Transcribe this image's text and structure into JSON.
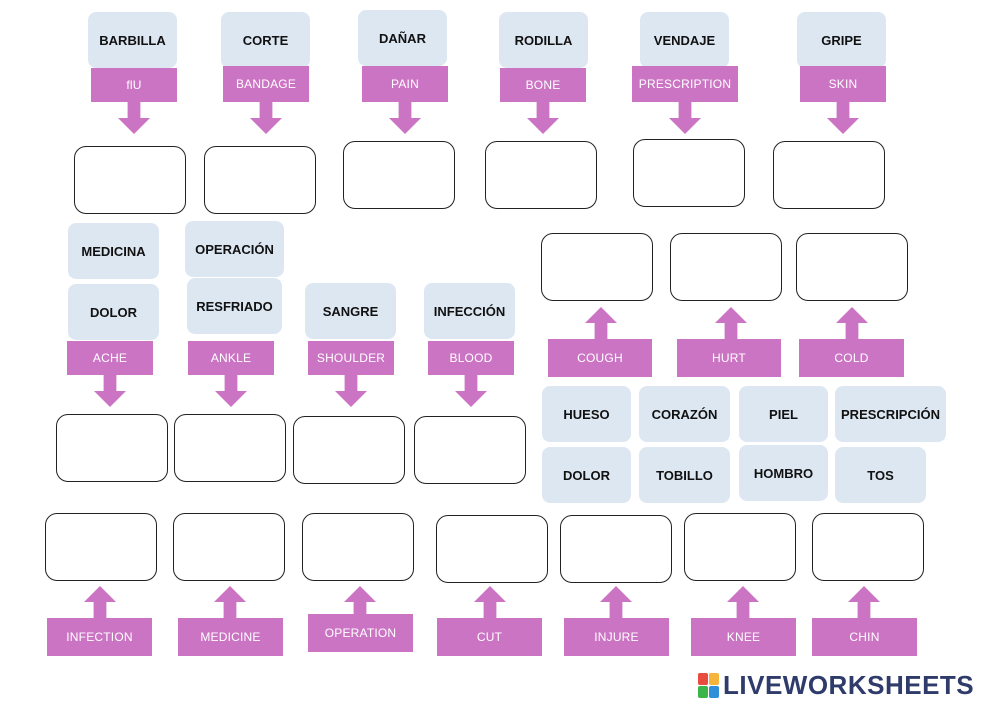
{
  "chips": [
    "BARBILLA",
    "CORTE",
    "DAÑAR",
    "RODILLA",
    "VENDAJE",
    "GRIPE",
    "MEDICINA",
    "OPERACIÓN",
    "RESFRIADO",
    "DOLOR",
    "SANGRE",
    "INFECCIÓN",
    "HUESO",
    "CORAZÓN",
    "PIEL",
    "PRESCRIPCIÓN",
    "DOLOR",
    "TOBILLO",
    "HOMBRO",
    "TOS"
  ],
  "labels": [
    "flU",
    "BANDAGE",
    "PAIN",
    "BONE",
    "PRESCRIPTION",
    "SKIN",
    "ACHE",
    "ANKLE",
    "SHOULDER",
    "BLOOD",
    "COUGH",
    "HURT",
    "COLD",
    "INFECTION",
    "MEDICINE",
    "OPERATION",
    "CUT",
    "INJURE",
    "KNEE",
    "CHIN"
  ],
  "logo": {
    "text": "LIVEWORKSHEETS"
  },
  "colors": {
    "label_bg": "#cc74c4",
    "chip_bg": "#dde7f2",
    "logo": "#2f3b6a"
  }
}
